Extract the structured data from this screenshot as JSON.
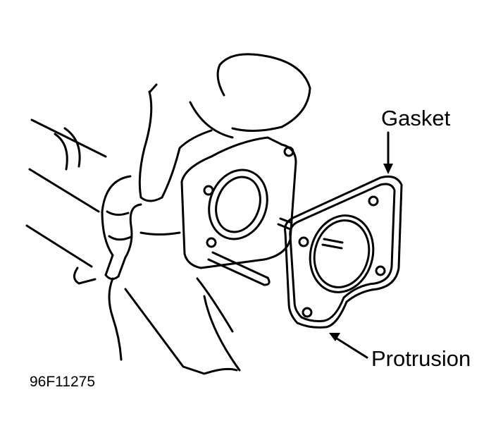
{
  "diagram": {
    "labels": {
      "gasket": "Gasket",
      "protrusion": "Protrusion"
    },
    "figure_id": "96F11275"
  }
}
